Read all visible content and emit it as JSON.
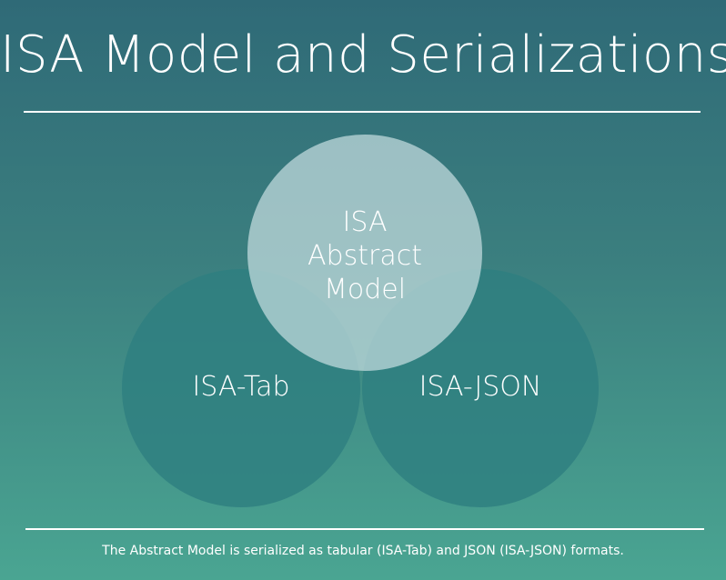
{
  "title": "ISA Model and Serializations",
  "diagram": {
    "center": {
      "label_lines": [
        "ISA",
        "Abstract",
        "Model"
      ]
    },
    "left": {
      "label": "ISA-Tab"
    },
    "right": {
      "label": "ISA-JSON"
    }
  },
  "caption": "The Abstract Model is serialized as tabular (ISA-Tab) and JSON (ISA-JSON) formats.",
  "colors": {
    "background_top": "#2f6a77",
    "background_bottom": "#4aa592",
    "serialization_circle": "#2e7f80",
    "model_circle": "#c9e0e2",
    "text": "#ffffff"
  }
}
